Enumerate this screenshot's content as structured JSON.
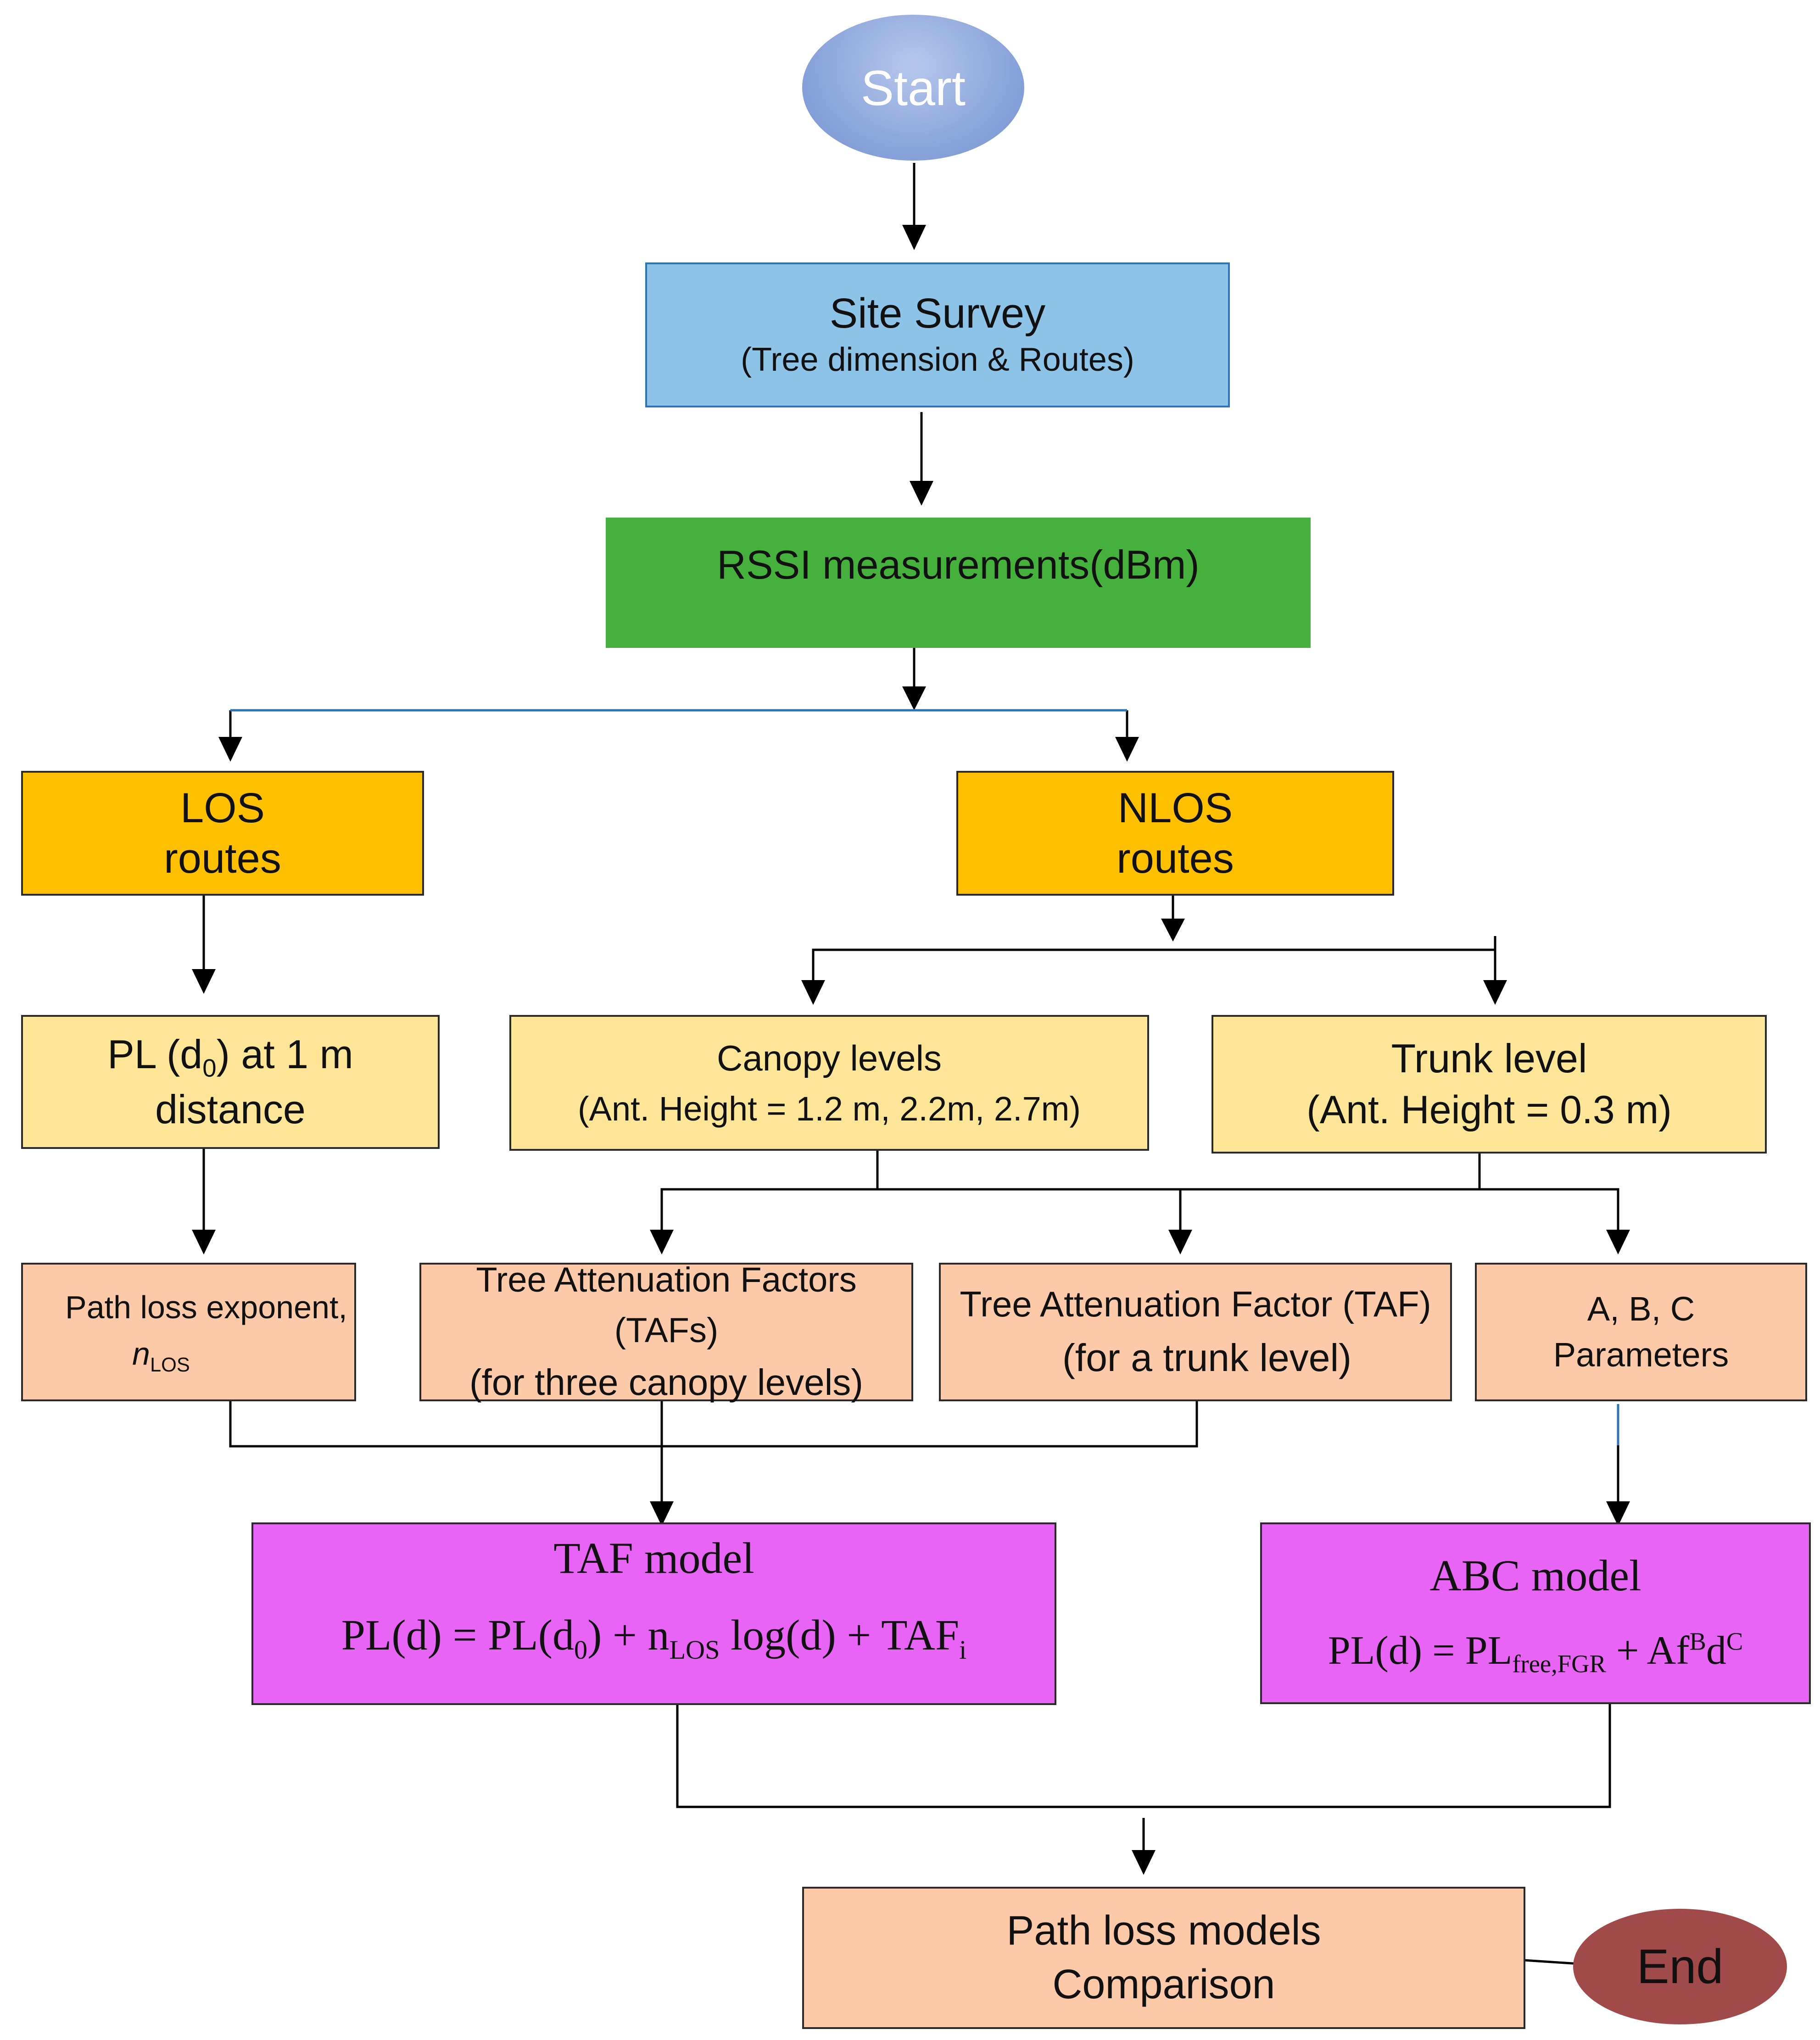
{
  "start": {
    "label": "Start"
  },
  "end": {
    "label": "End"
  },
  "site_survey": {
    "title": "Site Survey",
    "subtitle": "(Tree dimension & Routes)"
  },
  "rssi": {
    "label": "RSSI measurements(dBm)"
  },
  "los": {
    "line1": "LOS",
    "line2": "routes"
  },
  "nlos": {
    "line1": "NLOS",
    "line2": "routes"
  },
  "pl_d0": {
    "prefix": "PL (d",
    "sub": "0",
    "suffix": ") at 1 m",
    "line2": "distance"
  },
  "canopy": {
    "line1": "Canopy levels",
    "line2": "(Ant. Height = 1.2 m, 2.2m, 2.7m)"
  },
  "trunk": {
    "line1": "Trunk level",
    "line2": "(Ant. Height = 0.3 m)"
  },
  "ple": {
    "line1": "Path loss exponent,",
    "n": "n",
    "sub": "LOS"
  },
  "tafs": {
    "line1": "Tree Attenuation Factors (TAFs)",
    "line2": "(for three canopy levels)"
  },
  "taf": {
    "line1": "Tree Attenuation Factor (TAF)",
    "line2": "(for a trunk level)"
  },
  "abc": {
    "line1": "A, B, C",
    "line2": "Parameters"
  },
  "taf_model": {
    "title": "TAF model",
    "eq_a": "PL(d) = PL(d",
    "eq_a_sub": "0",
    "eq_b": ") + n",
    "eq_b_sub": "LOS",
    "eq_c": " log(d) + TAF",
    "eq_c_sub": "i"
  },
  "abc_model": {
    "title": "ABC model",
    "eq_a": "PL(d) = PL",
    "eq_a_sub": "free,FGR",
    "eq_b": " + Af",
    "eq_b_sup": "B",
    "eq_c": "d",
    "eq_c_sup": "C"
  },
  "comparison": {
    "line1": "Path loss models",
    "line2": "Comparison"
  },
  "colors": {
    "start_ellipse": "#8fa8dc",
    "end_ellipse": "#a04a4a",
    "site_survey": "#8ec3e8",
    "rssi": "#45b13c",
    "routes": "#ffc000",
    "level": "#fde698",
    "result": "#fccaa8",
    "model": "#e864f4",
    "branch_line": "#2e74b5"
  }
}
